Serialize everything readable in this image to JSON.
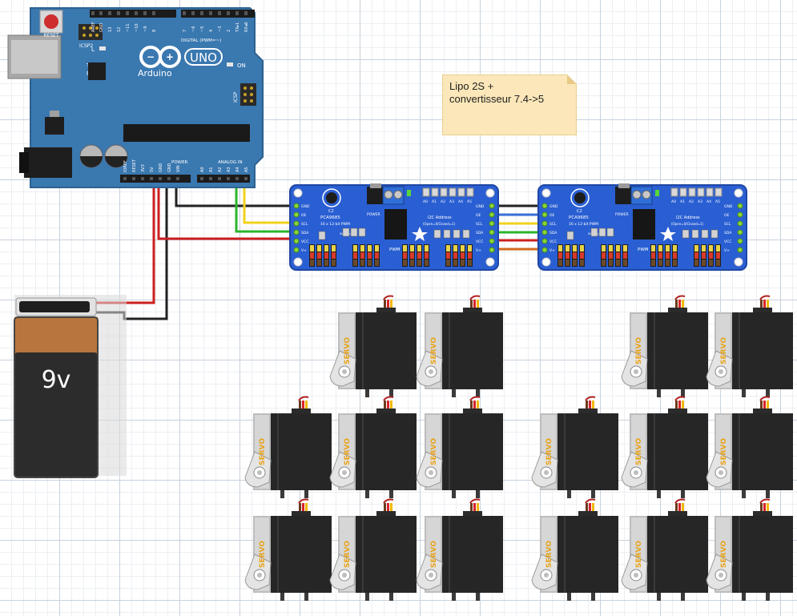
{
  "arduino": {
    "reset_label": "RESET",
    "icsp2_label": "ICSP2",
    "icsp_label": "ICSP",
    "brand": "Arduino",
    "model": "UNO",
    "on_label": "ON",
    "l_label": "L",
    "tx_label": "TX",
    "rx_label": "RX",
    "digital_label": "DIGITAL (PWM=~)",
    "power_label": "POWER",
    "analog_label": "ANALOG IN",
    "top_pins": [
      "AREF",
      "GND",
      "13",
      "12",
      "~11",
      "~10",
      "~9",
      "8",
      "7",
      "~6",
      "~5",
      "4",
      "~3",
      "2",
      "TX▸1",
      "RX◂0"
    ],
    "power_pins": [
      "IOREF",
      "RESET",
      "3V3",
      "5V",
      "GND",
      "GND",
      "VIN"
    ],
    "analog_pins": [
      "A0",
      "A1",
      "A2",
      "A3",
      "A4",
      "A5"
    ]
  },
  "note": {
    "line1": "Lipo 2S +",
    "line2": "convertisseur 7.4->5"
  },
  "battery": {
    "label": "9v"
  },
  "pwm_board": {
    "chip_label": "PCA9685",
    "subtitle": "16 x 12-bit PWM",
    "i2c_label": "I2C Address",
    "i2c_sub": "(Open=0/Closed=1)",
    "brand": "adafruit!",
    "power_label": "POWER",
    "pwm_label": "PWM",
    "cap_label": "C2",
    "side_pins": [
      "GND",
      "OE",
      "SCL",
      "SDA",
      "VCC",
      "V+"
    ],
    "addr_pins": [
      "A0",
      "A1",
      "A2",
      "A3",
      "A4",
      "A5"
    ]
  },
  "servo": {
    "label": "SERVO"
  },
  "colors": {
    "board_blue": "#3a78b0",
    "pwm_blue": "#2a5fd3",
    "wire_black": "#222222",
    "wire_red": "#cc1f1f",
    "wire_yellow": "#f2d21e",
    "wire_green": "#2cb52c",
    "wire_blue": "#3a6fd8",
    "wire_orange": "#d2691e",
    "servo_label": "#e8a317"
  }
}
